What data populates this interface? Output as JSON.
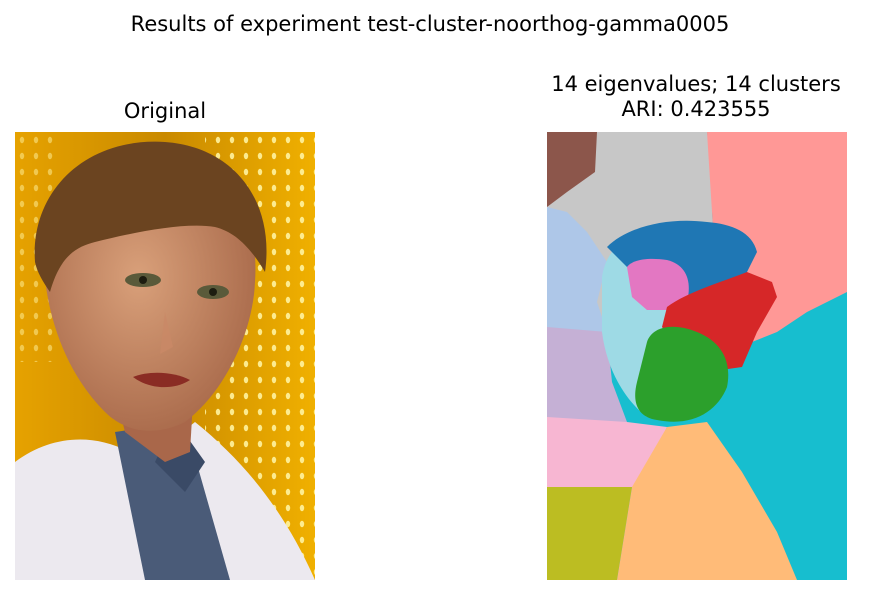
{
  "figure": {
    "title": "Results of experiment test-cluster-noorthog-gamma0005"
  },
  "panels": {
    "left": {
      "title": "Original"
    },
    "right": {
      "title_line1": "14 eigenvalues; 14 clusters",
      "title_line2": "ARI: 0.423555"
    }
  },
  "segmentation": {
    "n_eigenvalues": 14,
    "n_clusters": 14,
    "ari": 0.423555,
    "cluster_colors": [
      "#8c564b",
      "#c7c7c7",
      "#ff9896",
      "#aec7e8",
      "#1f77b4",
      "#e377c2",
      "#d62728",
      "#9edae5",
      "#c5b0d5",
      "#2ca02c",
      "#17becf",
      "#f7b6d2",
      "#ffbb78",
      "#bcbd22"
    ]
  }
}
